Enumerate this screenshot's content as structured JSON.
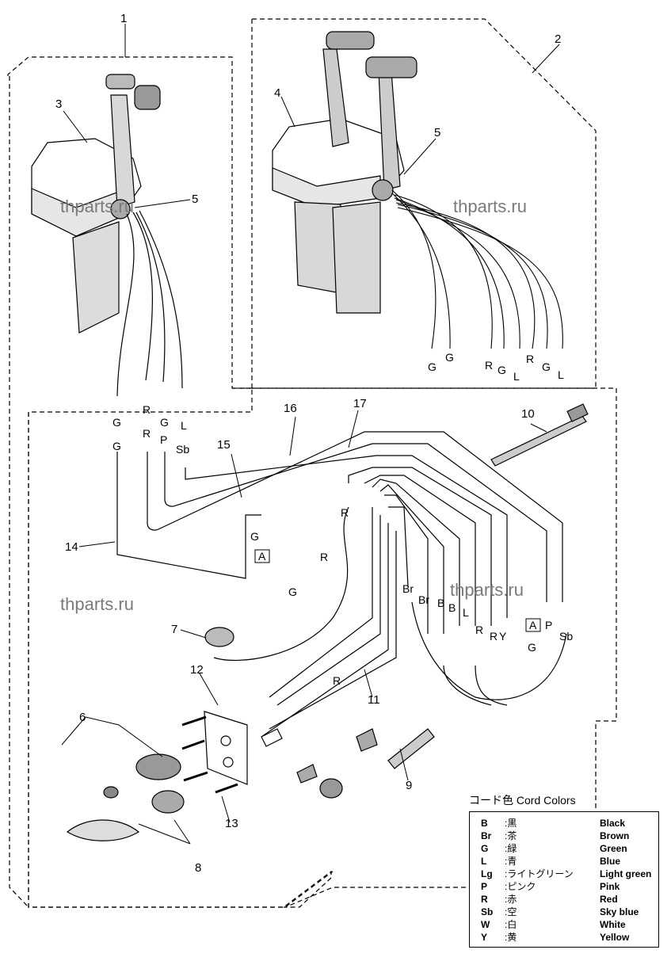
{
  "callouts": [
    "1",
    "2",
    "3",
    "4",
    "5",
    "5",
    "6",
    "7",
    "8",
    "9",
    "10",
    "11",
    "12",
    "13",
    "14",
    "15",
    "16",
    "17"
  ],
  "watermarks": [
    "thparts.ru",
    "thparts.ru",
    "thparts.ru",
    "thparts.ru"
  ],
  "wire_labels": {
    "left_top": [
      "G",
      "G",
      "R",
      "R",
      "G",
      "P",
      "L",
      "Sb"
    ],
    "right_top": [
      "G",
      "G",
      "R",
      "G",
      "L",
      "R",
      "G",
      "L"
    ],
    "harness": [
      "G",
      "R",
      "R",
      "R",
      "Br",
      "Br",
      "B",
      "B",
      "L",
      "R",
      "R",
      "Y",
      "G",
      "P",
      "Sb"
    ],
    "connector_tags": [
      "A",
      "A"
    ]
  },
  "legend": {
    "title": "コード色 Cord Colors",
    "rows": [
      {
        "code": "B",
        "jp": ":黒",
        "en": "Black"
      },
      {
        "code": "Br",
        "jp": ":茶",
        "en": "Brown"
      },
      {
        "code": "G",
        "jp": ":緑",
        "en": "Green"
      },
      {
        "code": "L",
        "jp": ":青",
        "en": "Blue"
      },
      {
        "code": "Lg",
        "jp": ":ライトグリーン",
        "en": "Light green"
      },
      {
        "code": "P",
        "jp": ":ピンク",
        "en": "Pink"
      },
      {
        "code": "R",
        "jp": ":赤",
        "en": "Red"
      },
      {
        "code": "Sb",
        "jp": ":空",
        "en": "Sky blue"
      },
      {
        "code": "W",
        "jp": ":白",
        "en": "White"
      },
      {
        "code": "Y",
        "jp": ":黄",
        "en": "Yellow"
      }
    ]
  }
}
